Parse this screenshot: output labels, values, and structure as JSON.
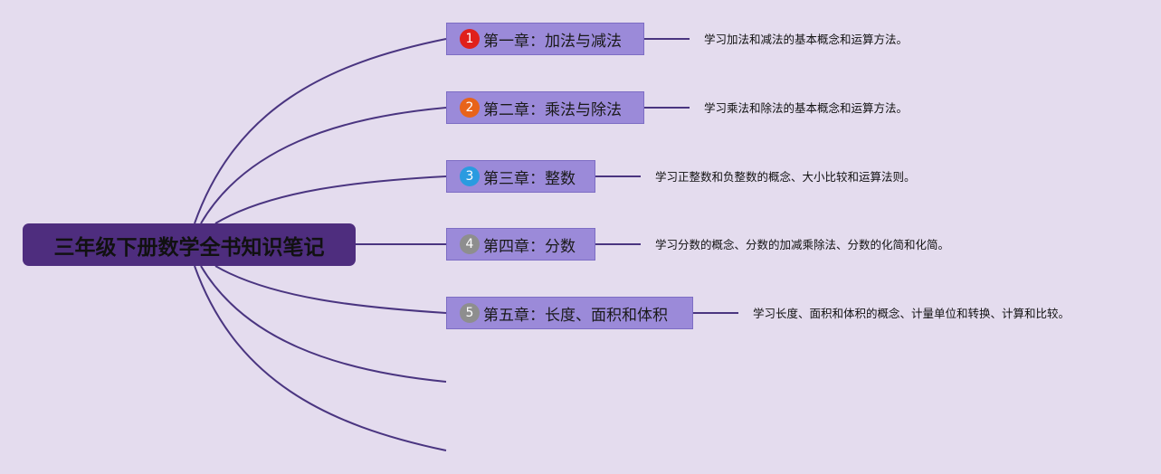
{
  "title": "三年级下册数学全书知识笔记",
  "colors": {
    "background": "#e4dcee",
    "root_fill": "#4e2d7e",
    "node_fill": "#9b8ad9",
    "node_border": "#7d6dc4",
    "connector": "#4a3580"
  },
  "chapters": [
    {
      "number": "1",
      "label": "第一章：加法与减法",
      "badge_color": "#e0201b",
      "description": "学习加法和减法的基本概念和运算方法。"
    },
    {
      "number": "2",
      "label": "第二章：乘法与除法",
      "badge_color": "#e8631a",
      "description": "学习乘法和除法的基本概念和运算方法。"
    },
    {
      "number": "3",
      "label": "第三章：整数",
      "badge_color": "#2a9be0",
      "description": "学习正整数和负整数的概念、大小比较和运算法则。"
    },
    {
      "number": "4",
      "label": "第四章：分数",
      "badge_color": "#8e8e8e",
      "description": "学习分数的概念、分数的加减乘除法、分数的化简和化简。"
    },
    {
      "number": "5",
      "label": "第五章：长度、面积和体积",
      "badge_color": "#8e8e8e",
      "description": "学习长度、面积和体积的概念、计量单位和转换、计算和比较。"
    }
  ]
}
